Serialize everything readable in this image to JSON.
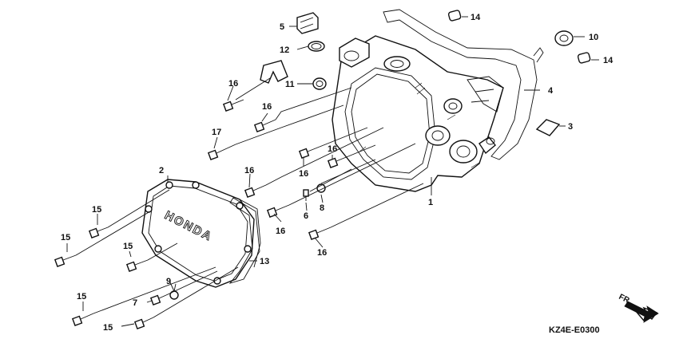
{
  "diagram": {
    "callouts": [
      "1",
      "2",
      "3",
      "4",
      "5",
      "6",
      "7",
      "8",
      "9",
      "10",
      "11",
      "12",
      "13",
      "14",
      "15",
      "16",
      "17"
    ],
    "cover_lettering": "HONDA",
    "direction_label": "FR.",
    "drawing_code": "KZ4E-E0300"
  }
}
